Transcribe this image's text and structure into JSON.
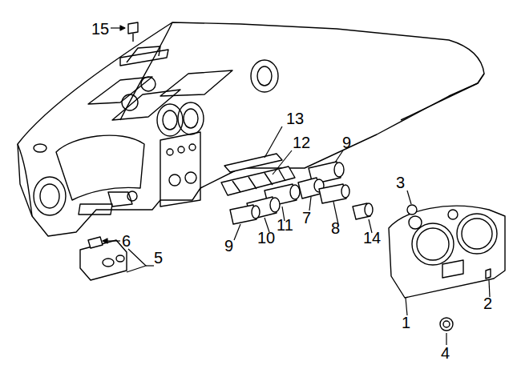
{
  "diagram": {
    "labels": [
      "15",
      "13",
      "9",
      "12",
      "3",
      "7",
      "11",
      "10",
      "9",
      "8",
      "14",
      "6",
      "5",
      "2",
      "1",
      "4"
    ]
  }
}
